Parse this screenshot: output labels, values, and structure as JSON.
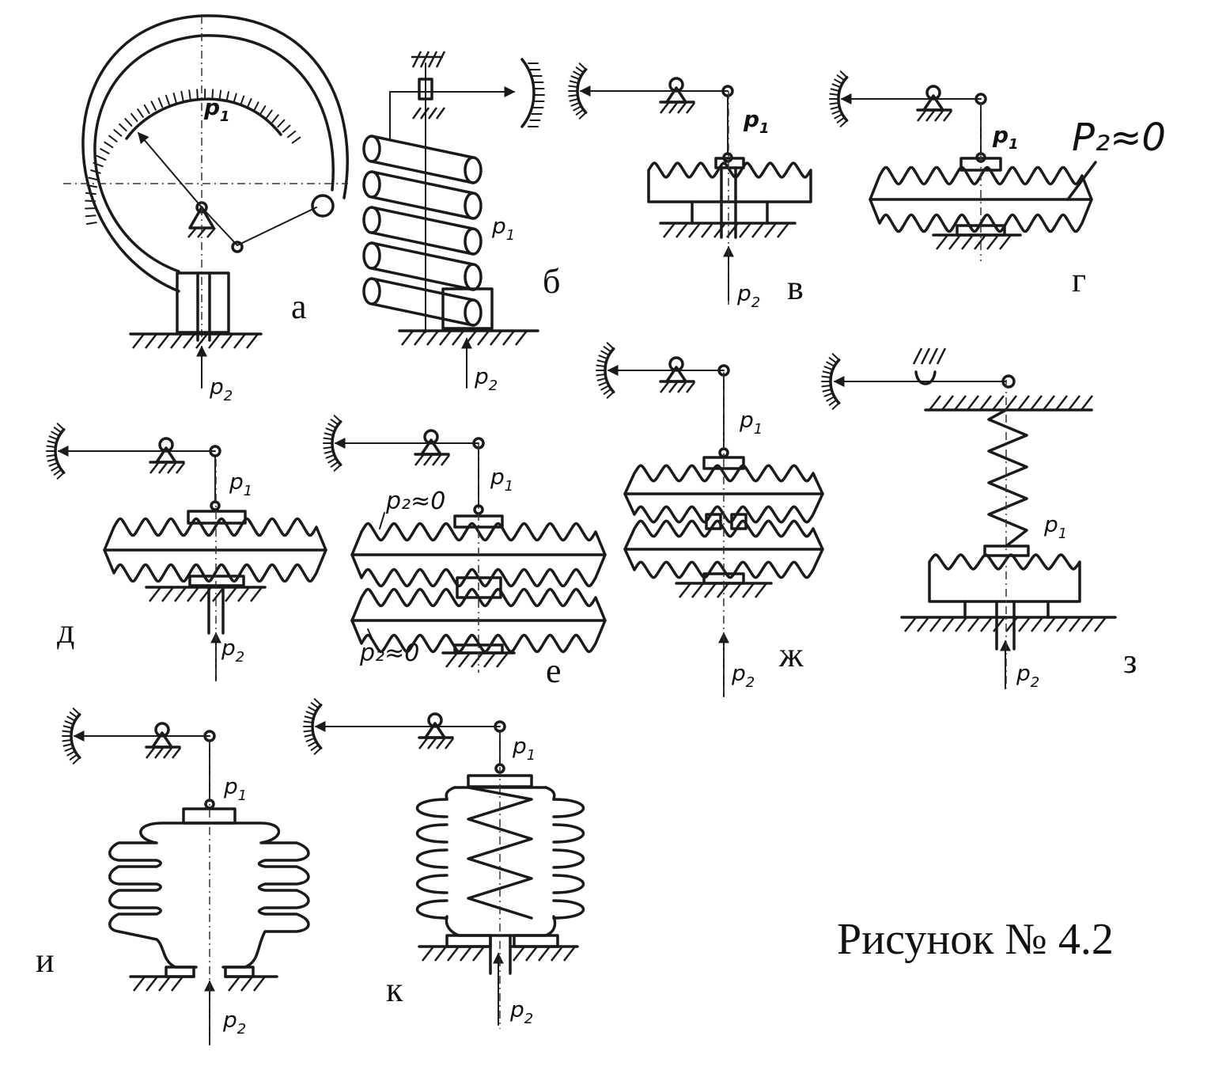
{
  "caption": "Рисунок № 4.2",
  "labels": {
    "a": "а",
    "b": "б",
    "v": "в",
    "g": "г",
    "d": "д",
    "e": "е",
    "zh": "ж",
    "z": "з",
    "i": "и",
    "k": "к"
  },
  "vars": {
    "p1": "p",
    "p1_sub": "1",
    "p2": "p",
    "p2_sub": "2",
    "p2_zero": "P₂≈0",
    "p2_zero_small": "p₂≈0"
  },
  "colors": {
    "ink": "#1a1a1a",
    "background": "#ffffff"
  }
}
